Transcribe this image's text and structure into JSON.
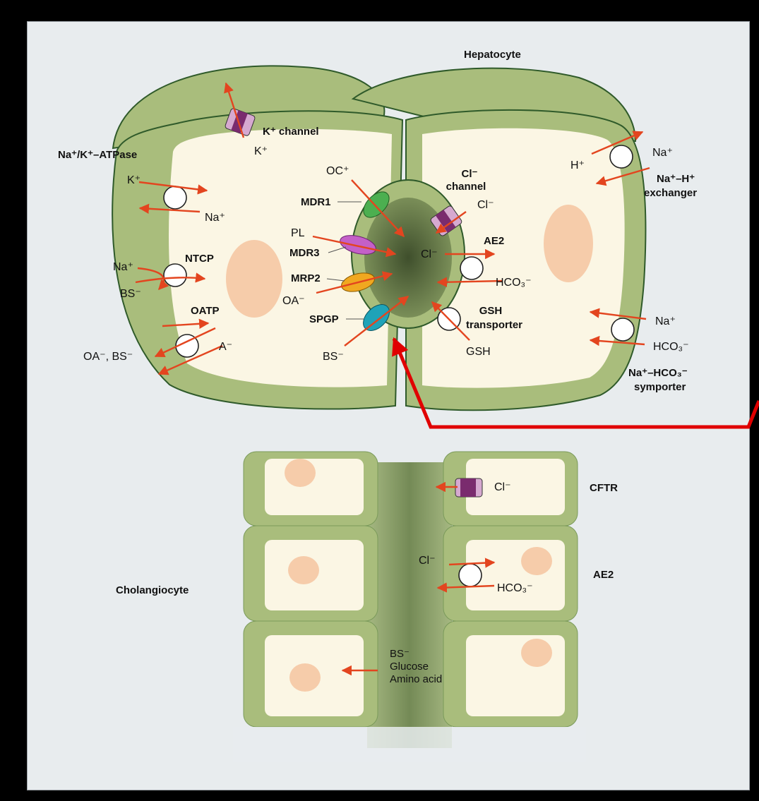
{
  "title": "Hepatocyte",
  "cholangiocyte": "Cholangiocyte",
  "labels": {
    "k_channel": "K⁺ channel",
    "k_plus_top": "K⁺",
    "na_k_atpase": "Na⁺/K⁺–ATPase",
    "k_in": "K⁺",
    "na_out": "Na⁺",
    "ntcp": "NTCP",
    "ntcp_na": "Na⁺",
    "ntcp_bs": "BS⁻",
    "oatp": "OATP",
    "oatp_oa_bs": "OA⁻, BS⁻",
    "oatp_a": "A⁻",
    "oc": "OC⁺",
    "mdr1": "MDR1",
    "pl": "PL",
    "mdr3": "MDR3",
    "mrp2": "MRP2",
    "oa": "OA⁻",
    "spgp": "SPGP",
    "bs_canal": "BS⁻",
    "cl_channel_1": "Cl⁻",
    "cl_channel_2": "channel",
    "cl_in_channel": "Cl⁻",
    "ae2": "AE2",
    "cl_ae2": "Cl⁻",
    "hco3_ae2": "HCO₃⁻",
    "gsh_transporter_1": "GSH",
    "gsh_transporter_2": "transporter",
    "gsh": "GSH",
    "h_plus": "H⁺",
    "na_exch": "Na⁺",
    "na_h_exchanger_1": "Na⁺–H⁺",
    "na_h_exchanger_2": "exchanger",
    "na_symp": "Na⁺",
    "hco3_symp": "HCO₃⁻",
    "na_hco3_symporter_1": "Na⁺–HCO₃⁻",
    "na_hco3_symporter_2": "symporter",
    "cftr": "CFTR",
    "cftr_cl": "Cl⁻",
    "ae2_chol": "AE2",
    "cl_chol": "Cl⁻",
    "hco3_chol": "HCO₃⁻",
    "bs_chol": "BS⁻",
    "glucose": "Glucose",
    "amino_acid": "Amino acid"
  },
  "colors": {
    "cell_outer": "#a9bd7c",
    "cell_border": "#2f5a2a",
    "cytoplasm": "#fbf6e4",
    "nucleus": "#f6ccaa",
    "canaliculus": "#556b3e",
    "arrow": "#e3451f",
    "pointer": "#e00000",
    "mdr1": "#4caf50",
    "mdr3": "#c460c8",
    "mrp2": "#f0a820",
    "spgp": "#1fa3b8",
    "channel": "#7a2b6e"
  }
}
